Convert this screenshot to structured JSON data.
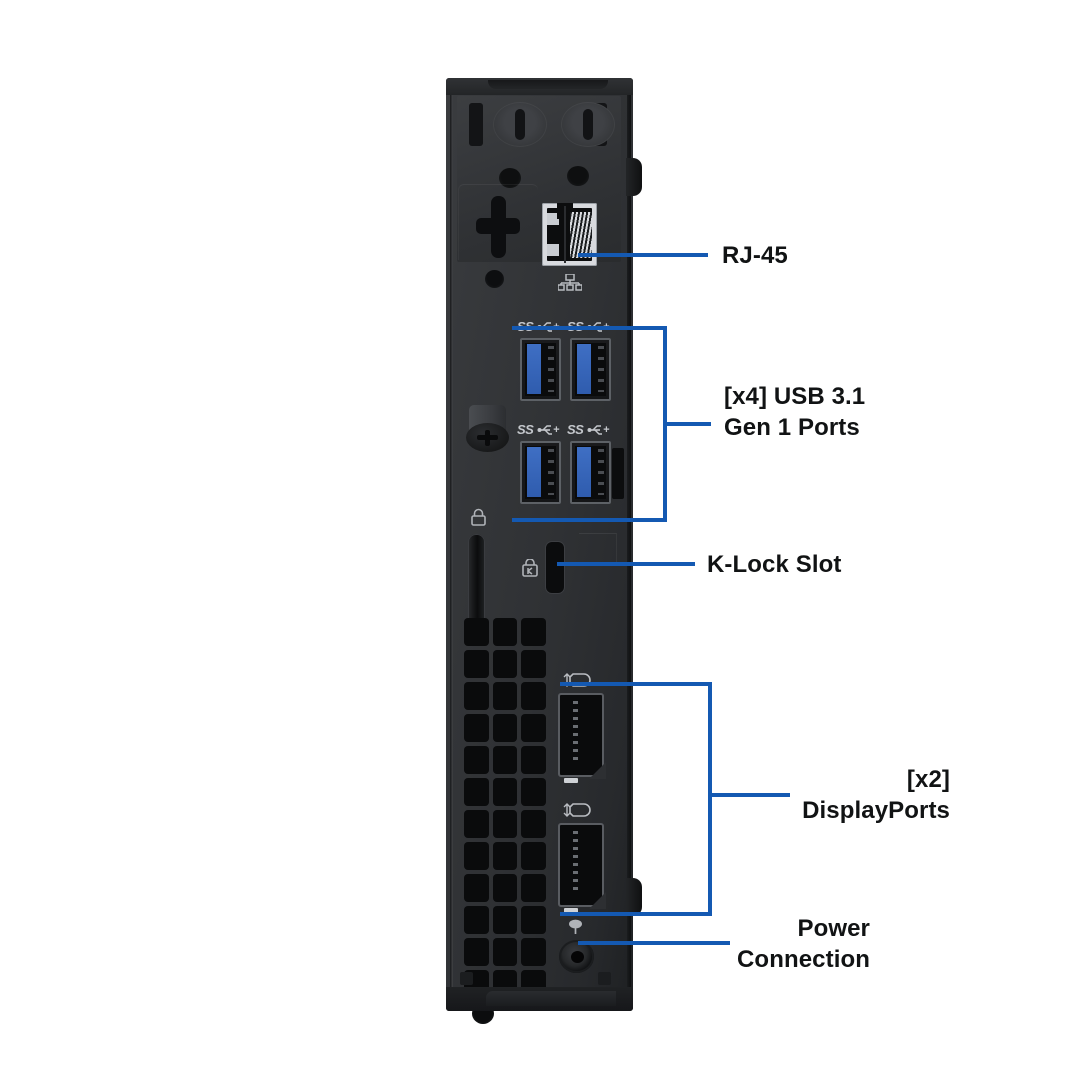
{
  "diagram": {
    "title": "Desktop Mini PC Rear I/O Port Diagram",
    "accent_color": "#1459b2",
    "text_color": "#111314",
    "background": "#ffffff",
    "chassis_color": "#2f3134"
  },
  "callouts": [
    {
      "id": "rj45",
      "label": "RJ-45",
      "icon": "ethernet-icon",
      "connector_style": "single-leader"
    },
    {
      "id": "usb",
      "label": "[x4] USB 3.1\nGen 1 Ports",
      "icon": "usb-superspeed-icon",
      "connector_style": "bracket",
      "quantity": 4
    },
    {
      "id": "klock",
      "label": "K-Lock Slot",
      "icon": "kensington-lock-icon",
      "connector_style": "single-leader"
    },
    {
      "id": "displayport",
      "label": "[x2]\nDisplayPorts",
      "icon": "displayport-icon",
      "connector_style": "bracket",
      "quantity": 2
    },
    {
      "id": "power",
      "label": "Power\nConnection",
      "icon": "power-plug-icon",
      "connector_style": "single-leader"
    }
  ],
  "ports": {
    "ethernet": {
      "type": "RJ-45",
      "count": 1,
      "marking": "network-icon"
    },
    "usb": {
      "type": "USB 3.1 Gen 1 Type-A",
      "count": 4,
      "marking": "SS",
      "blade_color": "#3f6fc4"
    },
    "kensington_lock": {
      "type": "K-Lock Slot",
      "count": 1,
      "marking": "lock-icon"
    },
    "displayport": {
      "type": "DisplayPort",
      "count": 2,
      "marking": "DP"
    },
    "power": {
      "type": "DC Power Connection",
      "count": 1,
      "marking": "power-icon"
    },
    "card_slot": {
      "type": "Security / SD slot",
      "count": 1,
      "marking": "padlock-icon"
    },
    "thumbscrew": {
      "type": "Captive thumbscrew",
      "count": 1
    },
    "antenna_knockout": {
      "type": "Antenna knockout",
      "count": 1
    },
    "vents": {
      "type": "Ventilation grid",
      "columns": 3,
      "rows": 12
    }
  }
}
